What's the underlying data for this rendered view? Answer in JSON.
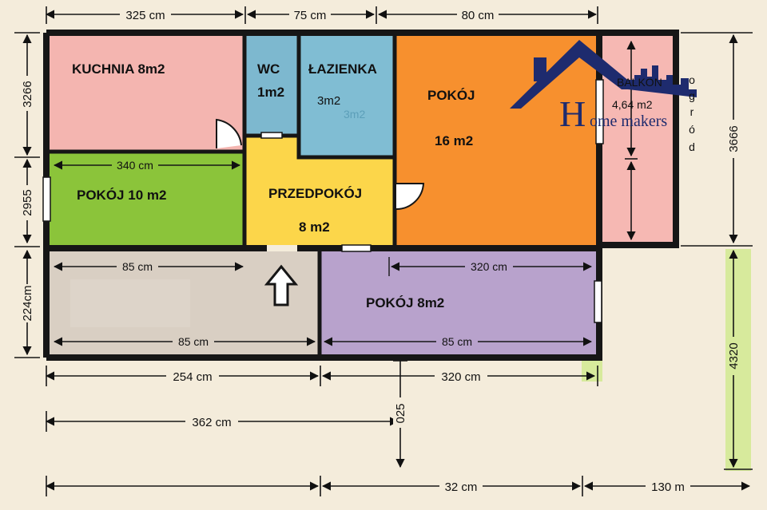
{
  "dimensions": {
    "top_left": "325 cm",
    "top_mid": "75 cm",
    "top_right": "80 cm",
    "left_1": "3266",
    "left_2": "2955",
    "left_3": "224cm",
    "right_1": "3666",
    "right_2": "4320",
    "kitchen_width": "340 cm",
    "corridor_left": "85 cm",
    "corridor_bottom": "85 cm",
    "room8_top": "320 cm",
    "room8_bottom": "85 cm",
    "bottom_1_left": "254 cm",
    "bottom_1_right": "320 cm",
    "bottom_2": "362 cm",
    "vertical_mid": "025",
    "bottom_3_mid": "32 cm",
    "bottom_3_right": "130 m"
  },
  "rooms": {
    "kuchnia": "KUCHNIA 8m2",
    "wc_name": "WC",
    "wc_area": "1m2",
    "lazienka_name": "ŁAZIENKA",
    "lazienka_area": "3m2",
    "lazienka_ghost": "3m2",
    "pokoj_big_name": "POKÓJ",
    "pokoj_big_area": "16 m2",
    "balkon_name": "BALKON",
    "balkon_area": "4,64 m2",
    "pokoj10": "POKÓJ 10 m2",
    "przedpokoj_name": "PRZEDPOKÓJ",
    "przedpokoj_area": "8 m2",
    "pokoj8": "POKÓJ 8m2"
  },
  "side_label": [
    "o",
    "g",
    "r",
    "ó",
    "d"
  ],
  "logo": {
    "text": "ome makers",
    "letter": "H",
    "color": "#1e2b6e"
  },
  "colors": {
    "kitchen": "#f4b5b0",
    "wc": "#7db8cf",
    "bath": "#80bdd3",
    "big_room": "#f7902e",
    "balcony": "#f6b8b3",
    "room10": "#8bc43a",
    "hall": "#fcd64a",
    "corridor": "#d9cfc3",
    "room8": "#b8a2cc",
    "garden": "#d7ea9c"
  }
}
